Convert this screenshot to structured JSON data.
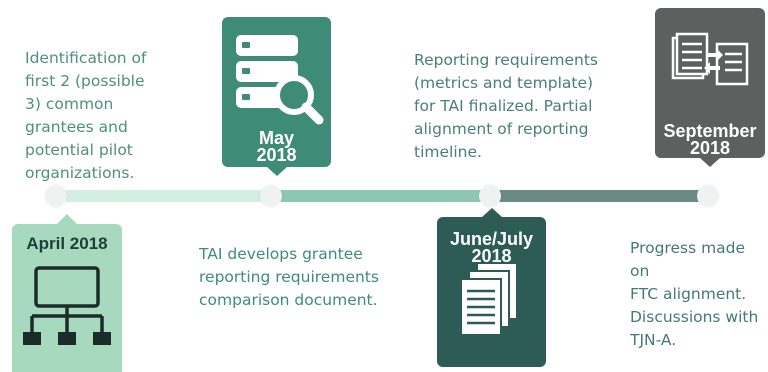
{
  "milestones": [
    {
      "date": "April 2018",
      "icon": "org-chart-icon",
      "color": "#a6d9bd",
      "note": ""
    },
    {
      "date": "May\n2018",
      "icon": "server-search-icon",
      "color": "#3e8b77",
      "note": "TAI develops grantee\nreporting requirements\ncomparison document."
    },
    {
      "date": "June/July\n2018",
      "icon": "documents-icon",
      "color": "#2c5c55",
      "note": "Reporting requirements\n(metrics and template)\nfor TAI finalized. Partial\nalignment of reporting\ntimeline."
    },
    {
      "date": "September\n2018",
      "icon": "document-exchange-icon",
      "color": "#5e5f5f",
      "note": "Progress made on\nFTC alignment.\nDiscussions with\nTJN-A."
    }
  ],
  "first_note": "Identification of\nfirst 2 (possible\n3) common\ngrantees and\npotential pilot\norganizations."
}
